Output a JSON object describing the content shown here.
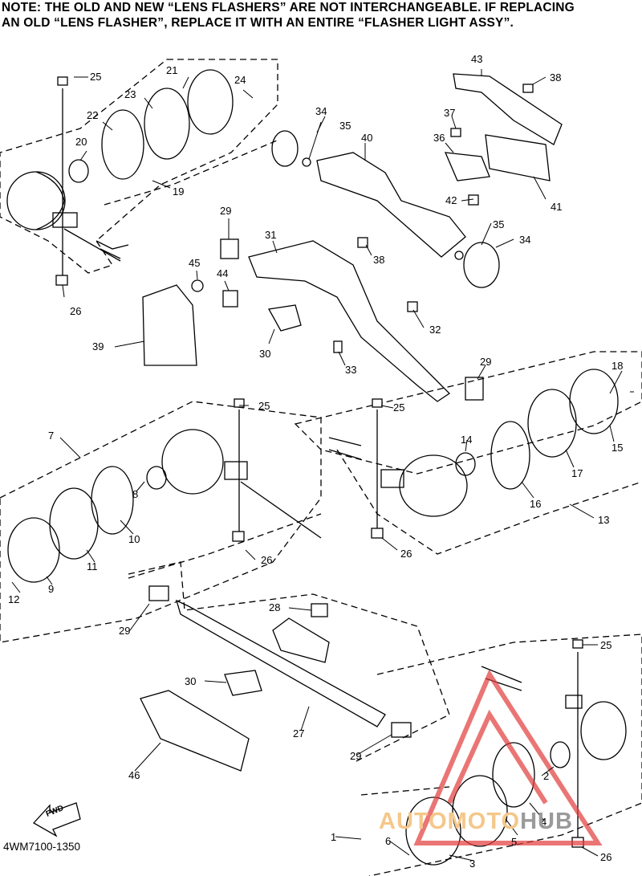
{
  "note": {
    "line1": "NOTE: THE OLD AND NEW “LENS FLASHERS” ARE NOT INTERCHANGEABLE. IF REPLACING",
    "line2": "AN OLD “LENS FLASHER”, REPLACE IT WITH AN ENTIRE “FLASHER LIGHT ASSY”."
  },
  "diagram_code": "4WM7100-1350",
  "fwd_label": "FWD",
  "watermark": {
    "part1": "AUTOMOTO",
    "part2": "HUB"
  },
  "colors": {
    "line": "#000000",
    "logo_red": "#e23b3b",
    "watermark_orange": "#f5c78a",
    "watermark_gray": "#9a9a9a"
  },
  "parts": {
    "p1": "1",
    "p2": "2",
    "p3": "3",
    "p4": "4",
    "p5": "5",
    "p6": "6",
    "p7": "7",
    "p8": "8",
    "p9": "9",
    "p10": "10",
    "p11": "11",
    "p12": "12",
    "p13": "13",
    "p14": "14",
    "p15": "15",
    "p16": "16",
    "p17": "17",
    "p18": "18",
    "p19": "19",
    "p20": "20",
    "p21": "21",
    "p22": "22",
    "p23": "23",
    "p24": "24",
    "p25": "25",
    "p26": "26",
    "p27": "27",
    "p28": "28",
    "p29": "29",
    "p30": "30",
    "p31": "31",
    "p32": "32",
    "p33": "33",
    "p34": "34",
    "p35": "35",
    "p36": "36",
    "p37": "37",
    "p38": "38",
    "p39": "39",
    "p40": "40",
    "p41": "41",
    "p42": "42",
    "p43": "43",
    "p44": "44",
    "p45": "45",
    "p46": "46"
  }
}
